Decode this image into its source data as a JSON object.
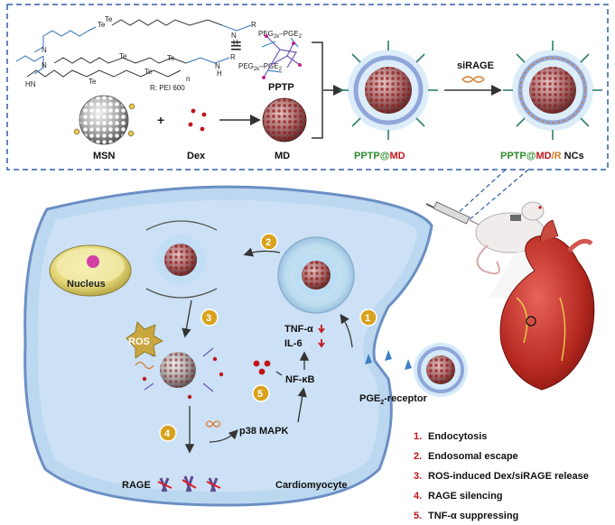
{
  "top_panel": {
    "chem_te": "Te",
    "chem_nh": "N",
    "chem_h": "H",
    "chem_r": "R",
    "chem_peg": "PEG",
    "chem_peg_sub": "2k",
    "chem_pge": "–PGE",
    "chem_pge_sub": "2",
    "chem_n": "N",
    "chem_nh_left": "HN",
    "chem_n_sub": "n",
    "chem_note": "R: PEI 600",
    "equiv": "≡",
    "plus": "+",
    "label_pptp": "PPTP",
    "label_msn": "MSN",
    "label_dex": "Dex",
    "label_md": "MD",
    "label_pptp_md_a": "PPTP@",
    "label_pptp_md_b": "MD",
    "label_sirage": "siRAGE",
    "label_ncs_a": "PPTP@",
    "label_ncs_b": "MD",
    "label_ncs_c": "/R",
    "label_ncs_d": " NCs"
  },
  "cell": {
    "nucleus": "Nucleus",
    "ros": "ROS",
    "tnf": "TNF-α",
    "il6": "IL-6",
    "nfkb": "NF-κB",
    "p38": "p38 MAPK",
    "pge_a": "PGE",
    "pge_sub": "2",
    "pge_b": "-receptor",
    "rage": "RAGE",
    "cardiomyocyte": "Cardiomyocyte",
    "steps": [
      "1",
      "2",
      "3",
      "4",
      "5"
    ]
  },
  "legend": [
    {
      "num": "1.",
      "text": "Endocytosis"
    },
    {
      "num": "2.",
      "text": "Endosomal escape"
    },
    {
      "num": "3.",
      "text": "ROS-induced Dex/siRAGE release"
    },
    {
      "num": "4.",
      "text": "RAGE silencing"
    },
    {
      "num": "5.",
      "text": "TNF-α suppressing"
    }
  ],
  "colors": {
    "dex_red": "#c0141b",
    "pptp_green": "#2e8b2e",
    "te_magenta": "#c2258f",
    "peg_green": "#5a9e2f",
    "chain_blue": "#2f6fb5",
    "cell_fill": "#bcd8f0",
    "cell_border": "#6b8fc4",
    "step_badge": "#d9a21c"
  }
}
